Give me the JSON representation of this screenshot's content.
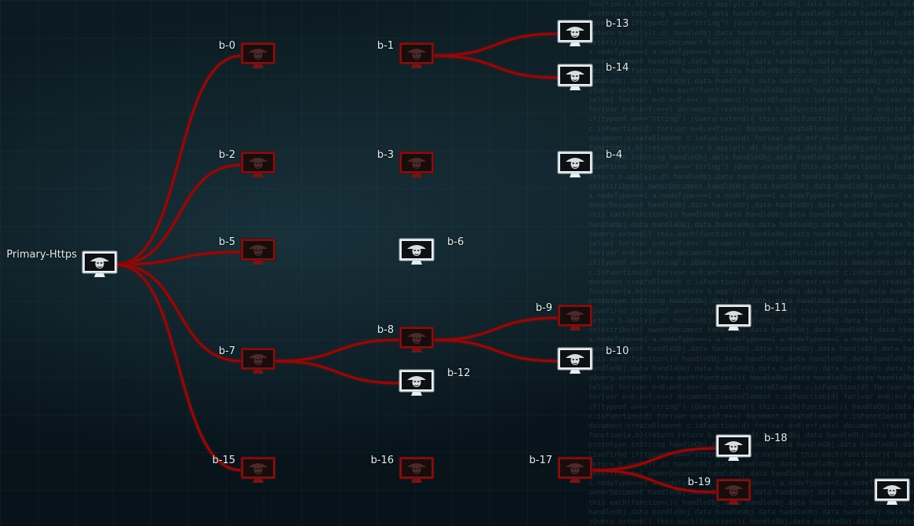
{
  "colors": {
    "link": "#8a0d0d",
    "link_glow": "#b01818",
    "node_red": "#7a1414",
    "node_white": "#e9eef0"
  },
  "nodes": [
    {
      "id": "primary",
      "label": "Primary-Https",
      "state": "white",
      "icon": "uniform-mask-icon"
    },
    {
      "id": "b0",
      "label": "b-0",
      "state": "red",
      "icon": "uniform-mask-icon"
    },
    {
      "id": "b1",
      "label": "b-1",
      "state": "red",
      "icon": "uniform-mask-icon"
    },
    {
      "id": "b13",
      "label": "b-13",
      "state": "white",
      "icon": "uniform-mask-icon"
    },
    {
      "id": "b14",
      "label": "b-14",
      "state": "white",
      "icon": "uniform-mask-icon"
    },
    {
      "id": "b2",
      "label": "b-2",
      "state": "red",
      "icon": "uniform-mask-icon"
    },
    {
      "id": "b3",
      "label": "b-3",
      "state": "red",
      "icon": "uniform-mask-icon"
    },
    {
      "id": "b4",
      "label": "b-4",
      "state": "white",
      "icon": "uniform-mask-icon"
    },
    {
      "id": "b5",
      "label": "b-5",
      "state": "red",
      "icon": "uniform-mask-icon"
    },
    {
      "id": "b6",
      "label": "b-6",
      "state": "white",
      "icon": "uniform-mask-icon"
    },
    {
      "id": "b7",
      "label": "b-7",
      "state": "red",
      "icon": "uniform-mask-icon"
    },
    {
      "id": "b8",
      "label": "b-8",
      "state": "red",
      "icon": "uniform-mask-icon"
    },
    {
      "id": "b9",
      "label": "b-9",
      "state": "red",
      "icon": "uniform-mask-icon"
    },
    {
      "id": "b11",
      "label": "b-11",
      "state": "white",
      "icon": "uniform-mask-icon"
    },
    {
      "id": "b10",
      "label": "b-10",
      "state": "white",
      "icon": "uniform-mask-icon"
    },
    {
      "id": "b12",
      "label": "b-12",
      "state": "white",
      "icon": "uniform-mask-icon"
    },
    {
      "id": "b15",
      "label": "b-15",
      "state": "red",
      "icon": "uniform-mask-icon"
    },
    {
      "id": "b16",
      "label": "b-16",
      "state": "red",
      "icon": "uniform-mask-icon"
    },
    {
      "id": "b17",
      "label": "b-17",
      "state": "red",
      "icon": "uniform-mask-icon"
    },
    {
      "id": "b18",
      "label": "b-18",
      "state": "white",
      "icon": "uniform-mask-icon"
    },
    {
      "id": "b19",
      "label": "b-19",
      "state": "red",
      "icon": "uniform-mask-icon"
    },
    {
      "id": "b20",
      "label": "",
      "state": "white",
      "icon": "uniform-mask-icon"
    }
  ],
  "links": [
    [
      "primary",
      "b0"
    ],
    [
      "primary",
      "b2"
    ],
    [
      "primary",
      "b5"
    ],
    [
      "primary",
      "b7"
    ],
    [
      "primary",
      "b15"
    ],
    [
      "b0",
      "b1"
    ],
    [
      "b1",
      "b13"
    ],
    [
      "b1",
      "b14"
    ],
    [
      "b2",
      "b3"
    ],
    [
      "b3",
      "b4"
    ],
    [
      "b5",
      "b6"
    ],
    [
      "b7",
      "b8"
    ],
    [
      "b7",
      "b12"
    ],
    [
      "b8",
      "b9"
    ],
    [
      "b8",
      "b10"
    ],
    [
      "b9",
      "b11"
    ],
    [
      "b15",
      "b16"
    ],
    [
      "b16",
      "b17"
    ],
    [
      "b17",
      "b18"
    ],
    [
      "b17",
      "b19"
    ],
    [
      "b19",
      "b20"
    ]
  ]
}
